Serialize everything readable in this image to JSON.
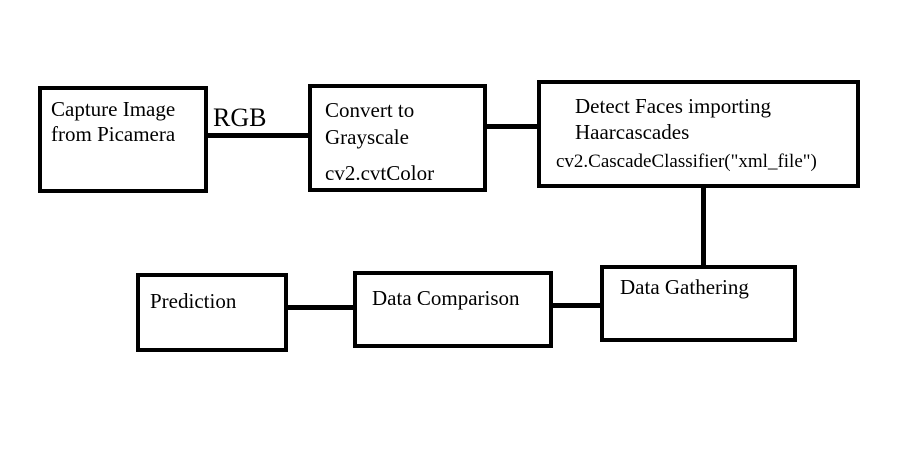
{
  "nodes": {
    "capture": {
      "line1": "Capture Image",
      "line2": "from Picamera"
    },
    "convert": {
      "line1": "Convert to",
      "line2": "Grayscale",
      "code": "cv2.cvtColor"
    },
    "detect": {
      "line1": "Detect Faces importing",
      "line2": "Haarcascades",
      "code": "cv2.CascadeClassifier(\"xml_file\")"
    },
    "gathering": {
      "label": "Data Gathering"
    },
    "comparison": {
      "label": "Data Comparison"
    },
    "prediction": {
      "label": "Prediction"
    }
  },
  "edge_labels": {
    "rgb": "RGB"
  },
  "colors": {
    "background": "#ffffff",
    "line": "#000000",
    "text": "#000000"
  }
}
